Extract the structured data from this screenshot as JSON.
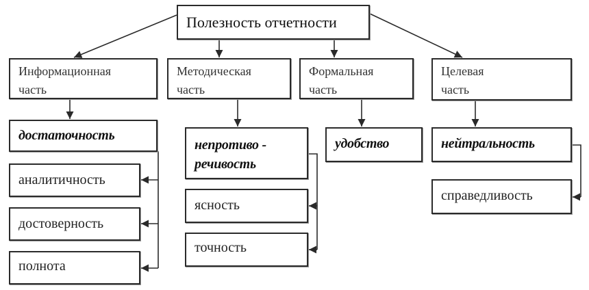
{
  "diagram": {
    "root": "Полезность отчетности",
    "categories": [
      {
        "label": "Информационная\nчасть",
        "items": [
          {
            "label": "достаточность",
            "emphasis": true
          },
          {
            "label": "аналитичность",
            "emphasis": false
          },
          {
            "label": "достоверность",
            "emphasis": false
          },
          {
            "label": "полнота",
            "emphasis": false
          }
        ]
      },
      {
        "label": "Методическая\nчасть",
        "items": [
          {
            "label": "непротиво -\nречивость",
            "emphasis": true
          },
          {
            "label": "ясность",
            "emphasis": false
          },
          {
            "label": "точность",
            "emphasis": false
          }
        ]
      },
      {
        "label": "Формальная\nчасть",
        "items": [
          {
            "label": "удобство",
            "emphasis": true
          }
        ]
      },
      {
        "label": "Целевая\nчасть",
        "items": [
          {
            "label": "нейтральность",
            "emphasis": true
          },
          {
            "label": "справедливость",
            "emphasis": false
          }
        ]
      }
    ],
    "colors": {
      "line": "#2a2a2a",
      "box_border": "#2a2a2a",
      "background": "#ffffff"
    }
  }
}
